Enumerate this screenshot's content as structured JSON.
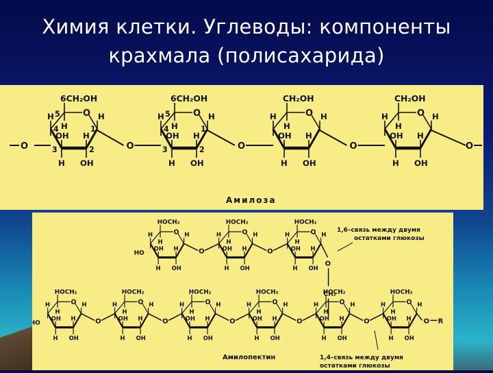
{
  "slide": {
    "title_line1": "Химия клетки. Углеводы: компоненты",
    "title_line2": "крахмала (полисахарида)"
  },
  "amylose": {
    "caption": "Амилоза",
    "rings": [
      {
        "ch2oh": "6CH₂OH",
        "numbered": true
      },
      {
        "ch2oh": "6CH₂OH",
        "numbered": true
      },
      {
        "ch2oh": "CH₂OH",
        "numbered": false
      },
      {
        "ch2oh": "CH₂OH",
        "numbered": false
      }
    ]
  },
  "amylopectin": {
    "caption": "Амилопектин",
    "note_16": "1,6–связь между двумя остатками глюкозы",
    "note_14": "1,4–связь между двумя остатками глюкозы",
    "branch_label": "CH₂",
    "end_label_left": "HO",
    "end_label_right": "R",
    "group_label": "HOCH₂"
  },
  "colors": {
    "panel": "#f7ec86",
    "title": "#ffffff",
    "ink": "#111111"
  }
}
